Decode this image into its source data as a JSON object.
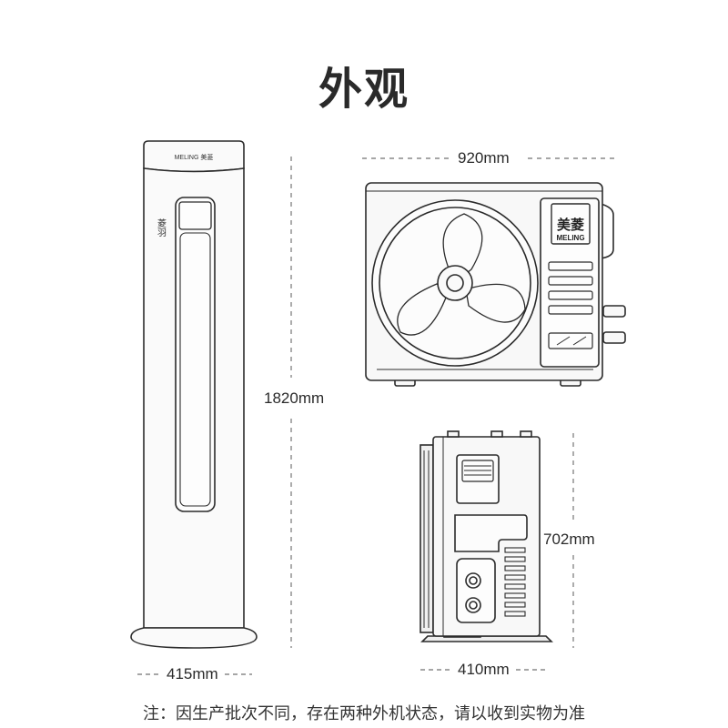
{
  "title": "外观",
  "indoor_unit": {
    "brand_label": "MELING 美菱",
    "side_text": "菱羽",
    "height": "1820mm",
    "width": "415mm"
  },
  "outdoor_unit_front": {
    "badge_cn": "美菱",
    "badge_en": "MELING",
    "width": "920mm"
  },
  "outdoor_unit_side": {
    "height": "702mm",
    "depth": "410mm"
  },
  "note": "注：因生产批次不同，存在两种外机状态，请以收到实物为准",
  "colors": {
    "line": "#2b2b2b",
    "panel_bg": "#f8f8f8",
    "dash": "#888888"
  }
}
